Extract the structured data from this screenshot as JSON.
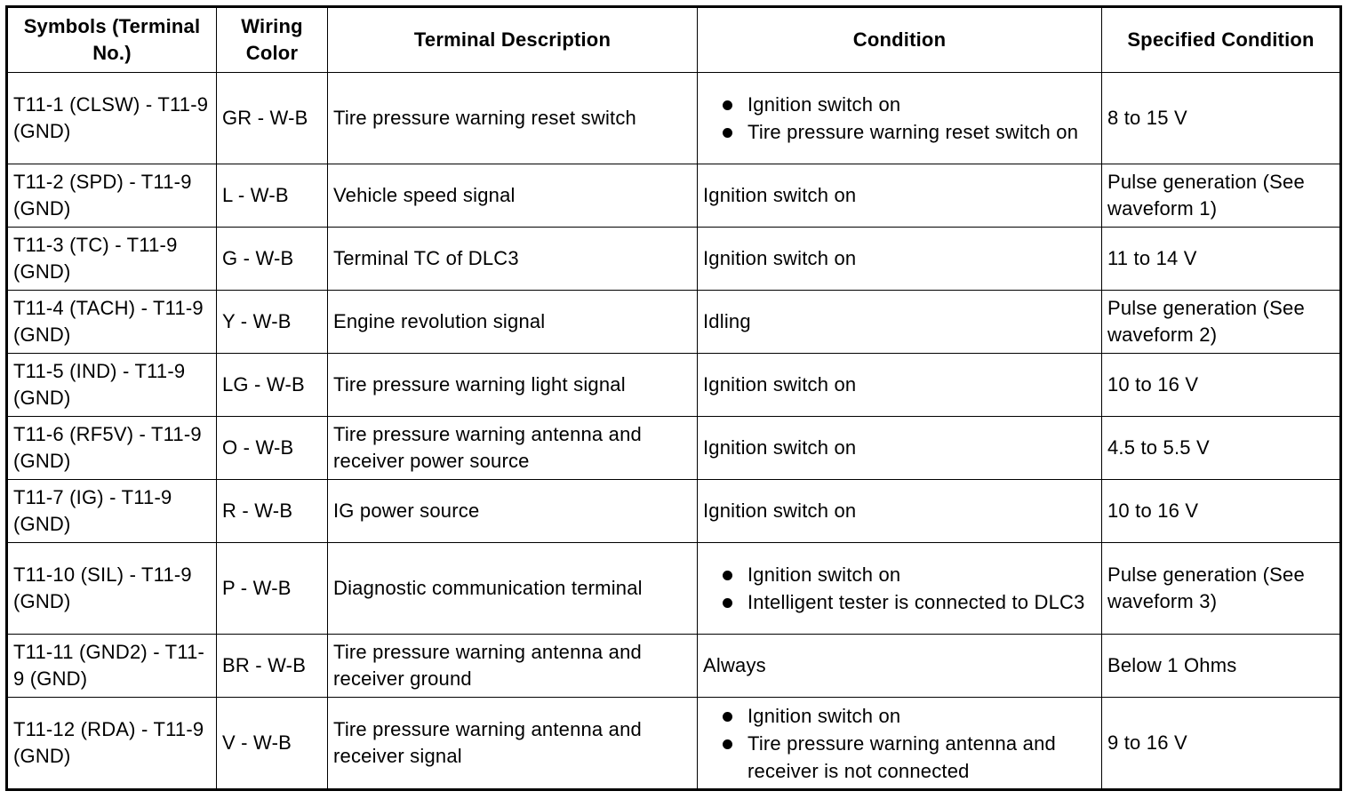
{
  "headers": {
    "symbols": "Symbols (Terminal No.)",
    "wiring": "Wiring Color",
    "description": "Terminal Description",
    "condition": "Condition",
    "specified": "Specified Condition"
  },
  "rows": [
    {
      "symbol": "T11-1 (CLSW) - T11-9 (GND)",
      "wiring": "GR - W-B",
      "description": "Tire pressure warning reset switch",
      "condition": "",
      "condition_items": [
        "Ignition switch on",
        "Tire pressure warning reset switch on"
      ],
      "specified": "8 to 15 V"
    },
    {
      "symbol": "T11-2 (SPD) - T11-9 (GND)",
      "wiring": "L - W-B",
      "description": "Vehicle speed signal",
      "condition": "Ignition switch on",
      "condition_items": [],
      "specified": "Pulse generation (See waveform 1)"
    },
    {
      "symbol": "T11-3 (TC) - T11-9 (GND)",
      "wiring": "G - W-B",
      "description": "Terminal TC of DLC3",
      "condition": "Ignition switch on",
      "condition_items": [],
      "specified": "11 to 14 V"
    },
    {
      "symbol": "T11-4 (TACH) - T11-9 (GND)",
      "wiring": "Y - W-B",
      "description": "Engine revolution signal",
      "condition": "Idling",
      "condition_items": [],
      "specified": "Pulse generation (See waveform 2)"
    },
    {
      "symbol": "T11-5 (IND) - T11-9 (GND)",
      "wiring": "LG - W-B",
      "description": "Tire pressure warning light signal",
      "condition": "Ignition switch on",
      "condition_items": [],
      "specified": "10 to 16 V"
    },
    {
      "symbol": "T11-6 (RF5V) - T11-9 (GND)",
      "wiring": "O - W-B",
      "description": "Tire pressure warning antenna and receiver power source",
      "condition": "Ignition switch on",
      "condition_items": [],
      "specified": "4.5 to 5.5 V"
    },
    {
      "symbol": "T11-7 (IG) - T11-9 (GND)",
      "wiring": "R - W-B",
      "description": "IG power source",
      "condition": "Ignition switch on",
      "condition_items": [],
      "specified": "10 to 16 V"
    },
    {
      "symbol": "T11-10 (SIL) - T11-9 (GND)",
      "wiring": "P - W-B",
      "description": "Diagnostic communication terminal",
      "condition": "",
      "condition_items": [
        "Ignition switch on",
        "Intelligent tester is connected to DLC3"
      ],
      "specified": "Pulse generation (See waveform 3)"
    },
    {
      "symbol": "T11-11 (GND2) - T11-9 (GND)",
      "wiring": "BR - W-B",
      "description": "Tire pressure warning antenna and receiver ground",
      "condition": "Always",
      "condition_items": [],
      "specified": "Below 1 Ohms"
    },
    {
      "symbol": "T11-12 (RDA) - T11-9 (GND)",
      "wiring": "V - W-B",
      "description": "Tire pressure warning antenna and receiver signal",
      "condition": "",
      "condition_items": [
        "Ignition switch on",
        "Tire pressure warning antenna and receiver is not connected"
      ],
      "specified": "9 to 16 V"
    }
  ]
}
